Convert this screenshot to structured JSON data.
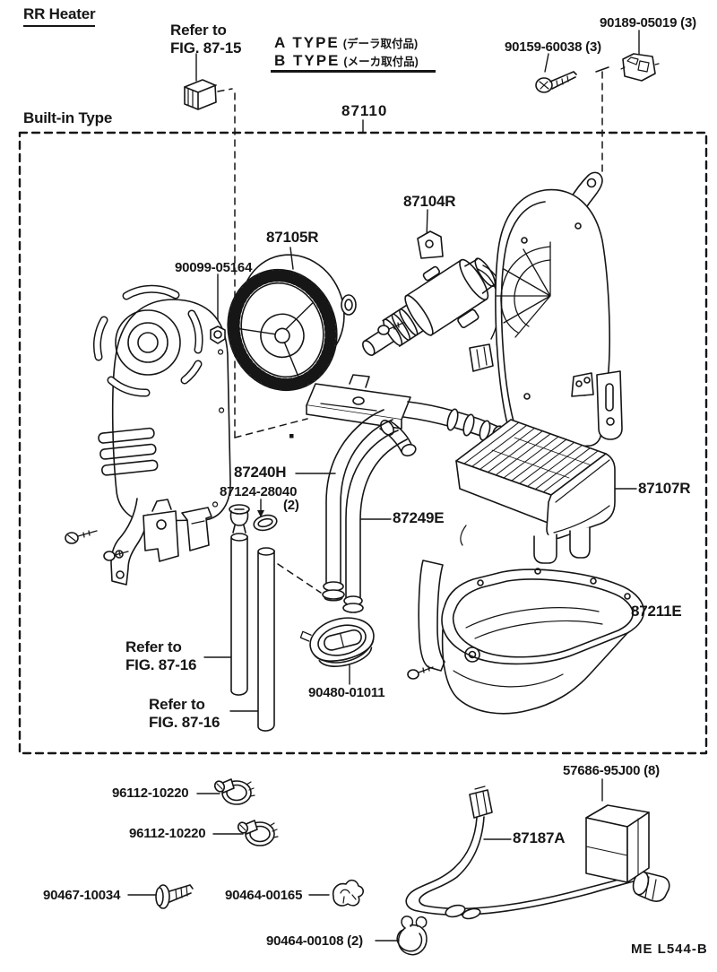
{
  "page": {
    "title": "RR Heater",
    "region_label": "Built-in Type",
    "footer_code": "ME  L544-B"
  },
  "legend": {
    "a_label": "A  TYPE",
    "a_note": "(デーラ取付品)",
    "b_label": "B  TYPE",
    "b_note": "(メーカ取付品)"
  },
  "labels": {
    "refer_fig_87_15": "Refer to\nFIG. 87-15",
    "grommet_90189": "90189-05019 (3)",
    "screw_90159": "90159-60038 (3)",
    "unit_87110": "87110",
    "motor_87104r": "87104R",
    "fan_87105r": "87105R",
    "nut_90099": "90099-05164",
    "inlet_pipe_87240h": "87240H",
    "clamp_87124": "87124-28040",
    "clamp_87124_qty": "(2)",
    "outlet_pipe_87249e": "87249E",
    "core_87107r": "87107R",
    "case_87211e": "87211E",
    "refer_fig_87_16_upper": "Refer to\nFIG. 87-16",
    "refer_fig_87_16_lower": "Refer to\nFIG. 87-16",
    "grommet_90480": "90480-01011",
    "hose_clamp_96112_upper": "96112-10220",
    "hose_clamp_96112_lower": "96112-10220",
    "rivet_90467": "90467-10034",
    "clamp_90464_00165": "90464-00165",
    "ring_90464_00108": "90464-00108 (2)",
    "resistor_57686": "57686-95J00 (8)",
    "harness_87187a": "87187A"
  },
  "colors": {
    "ink": "#161616",
    "paper": "#ffffff"
  }
}
